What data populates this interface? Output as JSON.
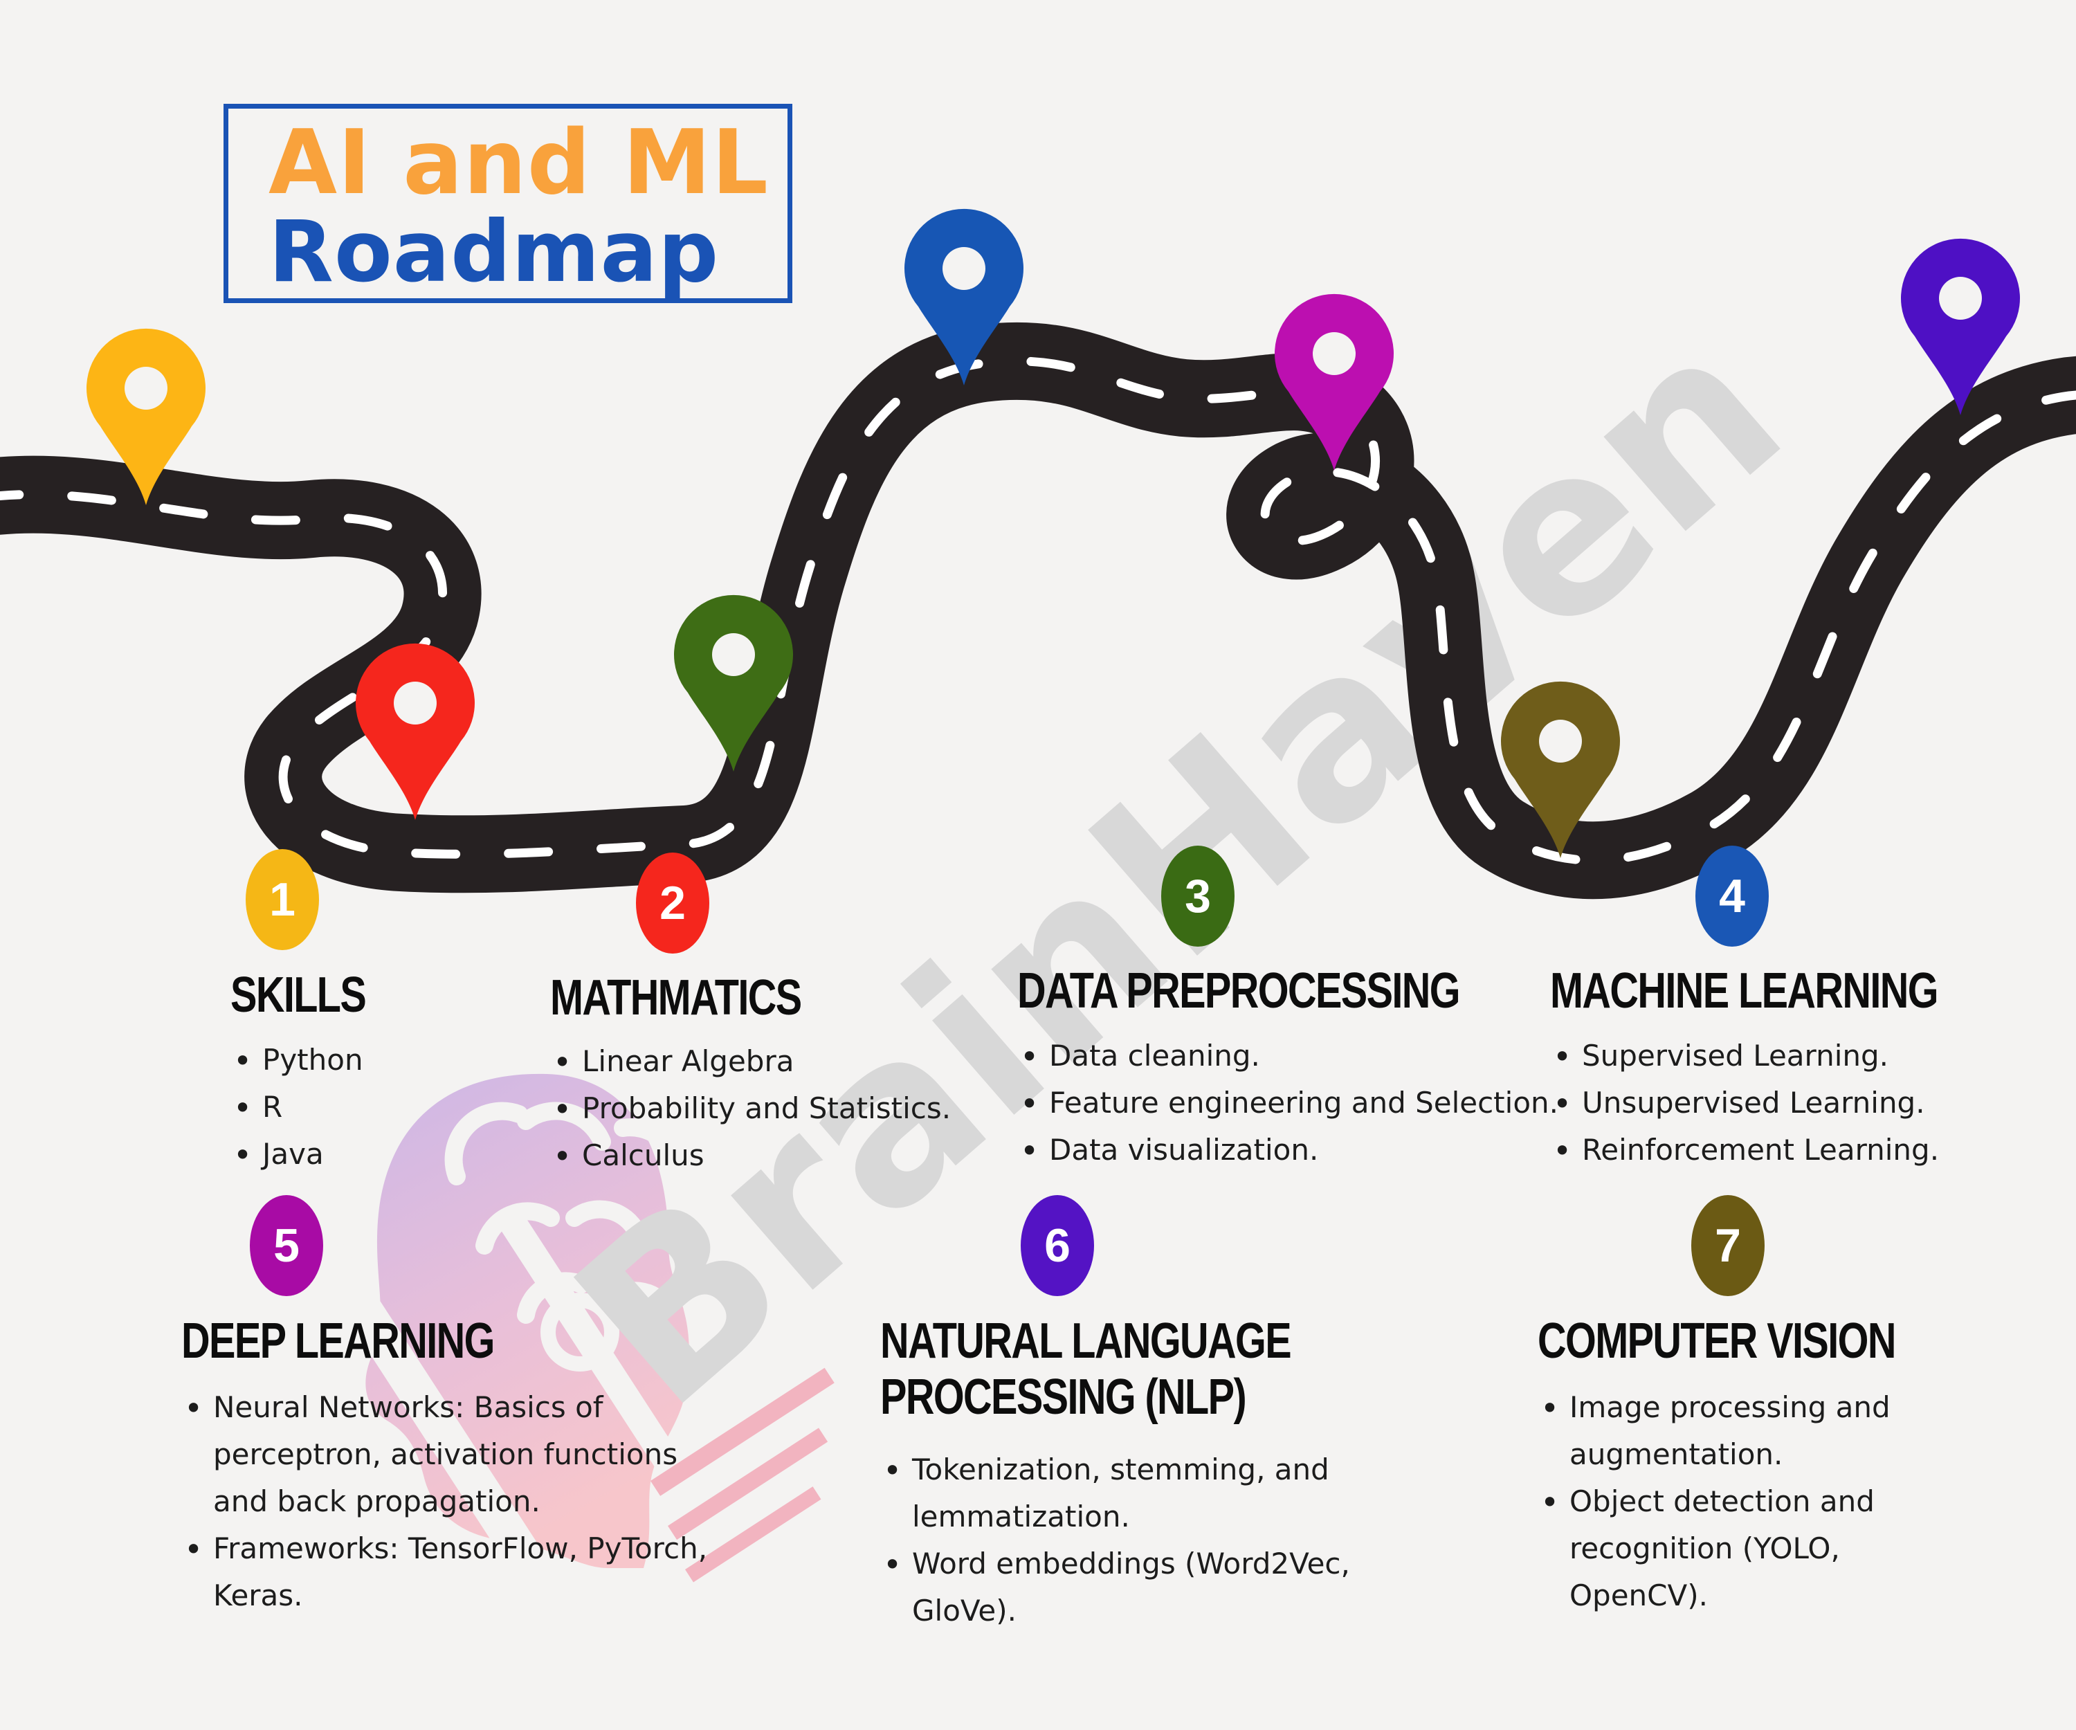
{
  "title": {
    "line1": "AI and ML",
    "line2": "Roadmap"
  },
  "watermark": "BrainHaven",
  "colors": {
    "background": "#f4f3f2",
    "road": "#262122",
    "road_dash": "#ffffff",
    "title_accent_orange": "#f9a23c",
    "title_accent_blue": "#1a53b5",
    "watermark_gray": "#d8d8d8",
    "heading_black": "#0d0d0d"
  },
  "pins": {
    "skills": {
      "name": "yellow-pin",
      "color": "#fdb515"
    },
    "mathematics": {
      "name": "red-pin",
      "color": "#f5261d"
    },
    "preprocessing": {
      "name": "green-pin",
      "color": "#3e6d15"
    },
    "machinelearning": {
      "name": "blue-pin",
      "color": "#1756b4"
    },
    "deeplearning": {
      "name": "magenta-pin",
      "color": "#bc0fb0"
    },
    "nlp": {
      "name": "indigo-pin",
      "color": "#4e10c4"
    },
    "computervision": {
      "name": "olive-pin",
      "color": "#6f5d1a"
    }
  },
  "sections": [
    {
      "number": "1",
      "color": "#f5b716",
      "title": "SKILLS",
      "bullets": [
        "Python",
        "R",
        "Java"
      ]
    },
    {
      "number": "2",
      "color": "#f5261d",
      "title": "MATHMATICS",
      "bullets": [
        "Linear Algebra",
        "Probability and Statistics.",
        "Calculus"
      ]
    },
    {
      "number": "3",
      "color": "#3a6b14",
      "title": "DATA PREPROCESSING",
      "bullets": [
        "Data cleaning.",
        "Feature engineering and Selection.",
        "Data visualization."
      ]
    },
    {
      "number": "4",
      "color": "#1a57b5",
      "title": "MACHINE LEARNING",
      "bullets": [
        "Supervised Learning.",
        "Unsupervised Learning.",
        "Reinforcement Learning."
      ]
    },
    {
      "number": "5",
      "color": "#a80ba5",
      "title": "DEEP LEARNING",
      "bullets": [
        "Neural Networks: Basics of perceptron, activation functions and back propagation.",
        "Frameworks: TensorFlow, PyTorch, Keras."
      ]
    },
    {
      "number": "6",
      "color": "#5413c4",
      "title": "NATURAL LANGUAGE PROCESSING (NLP)",
      "bullets": [
        "Tokenization, stemming, and lemmatization.",
        "Word embeddings (Word2Vec, GloVe)."
      ]
    },
    {
      "number": "7",
      "color": "#6b5a14",
      "title": "COMPUTER VISION",
      "bullets": [
        "Image processing and augmentation.",
        "Object detection and recognition (YOLO, OpenCV)."
      ]
    }
  ]
}
